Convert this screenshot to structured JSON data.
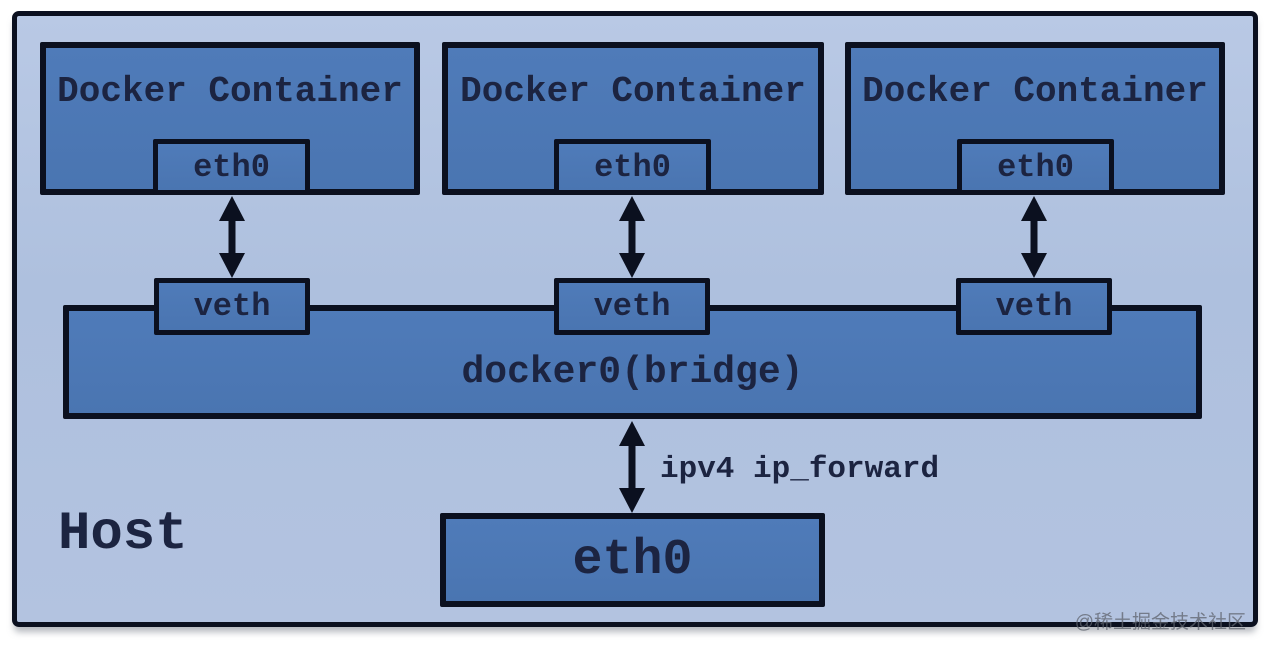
{
  "diagram": {
    "host_label": "Host",
    "containers": [
      {
        "label": "Docker Container",
        "interface": "eth0"
      },
      {
        "label": "Docker Container",
        "interface": "eth0"
      },
      {
        "label": "Docker Container",
        "interface": "eth0"
      }
    ],
    "veths": [
      "veth",
      "veth",
      "veth"
    ],
    "bridge_label": "docker0(bridge)",
    "forward_label": "ipv4 ip_forward",
    "host_interface": "eth0",
    "watermark": "@稀土掘金技术社区",
    "colors": {
      "host_fill": "#b0c2e0",
      "box_fill": "#4b77b4",
      "border": "#0b101f",
      "text": "#1c2441",
      "arrow": "#0b101f",
      "watermark": "#5f646e"
    }
  }
}
